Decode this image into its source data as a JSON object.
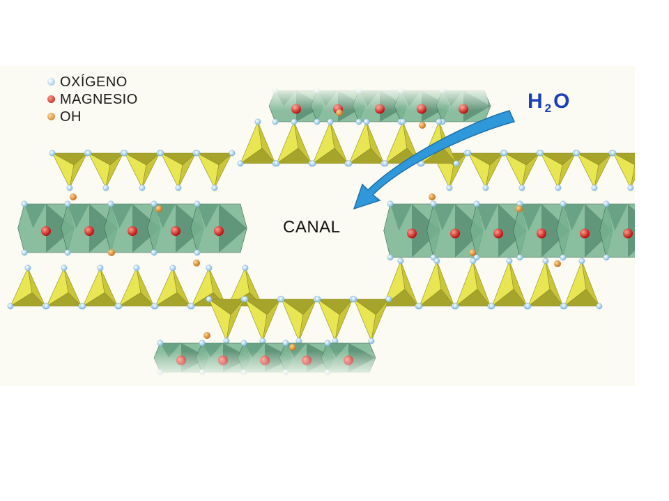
{
  "legend": [
    {
      "label": "OXÍGENO",
      "color": "#a9d4ee"
    },
    {
      "label": "MAGNESIO",
      "color": "#e02424"
    },
    {
      "label": "OH",
      "color": "#e7942f"
    }
  ],
  "labels": {
    "canal": "CANAL",
    "water_h": "H",
    "water_sub": "2",
    "water_o": "O"
  },
  "colors": {
    "background": "#fbfbf3",
    "tetrahedron": "#dada3a",
    "octahedron": "#5f9e7c",
    "arrow": "#2f98da",
    "water_text": "#1e3fb8"
  }
}
